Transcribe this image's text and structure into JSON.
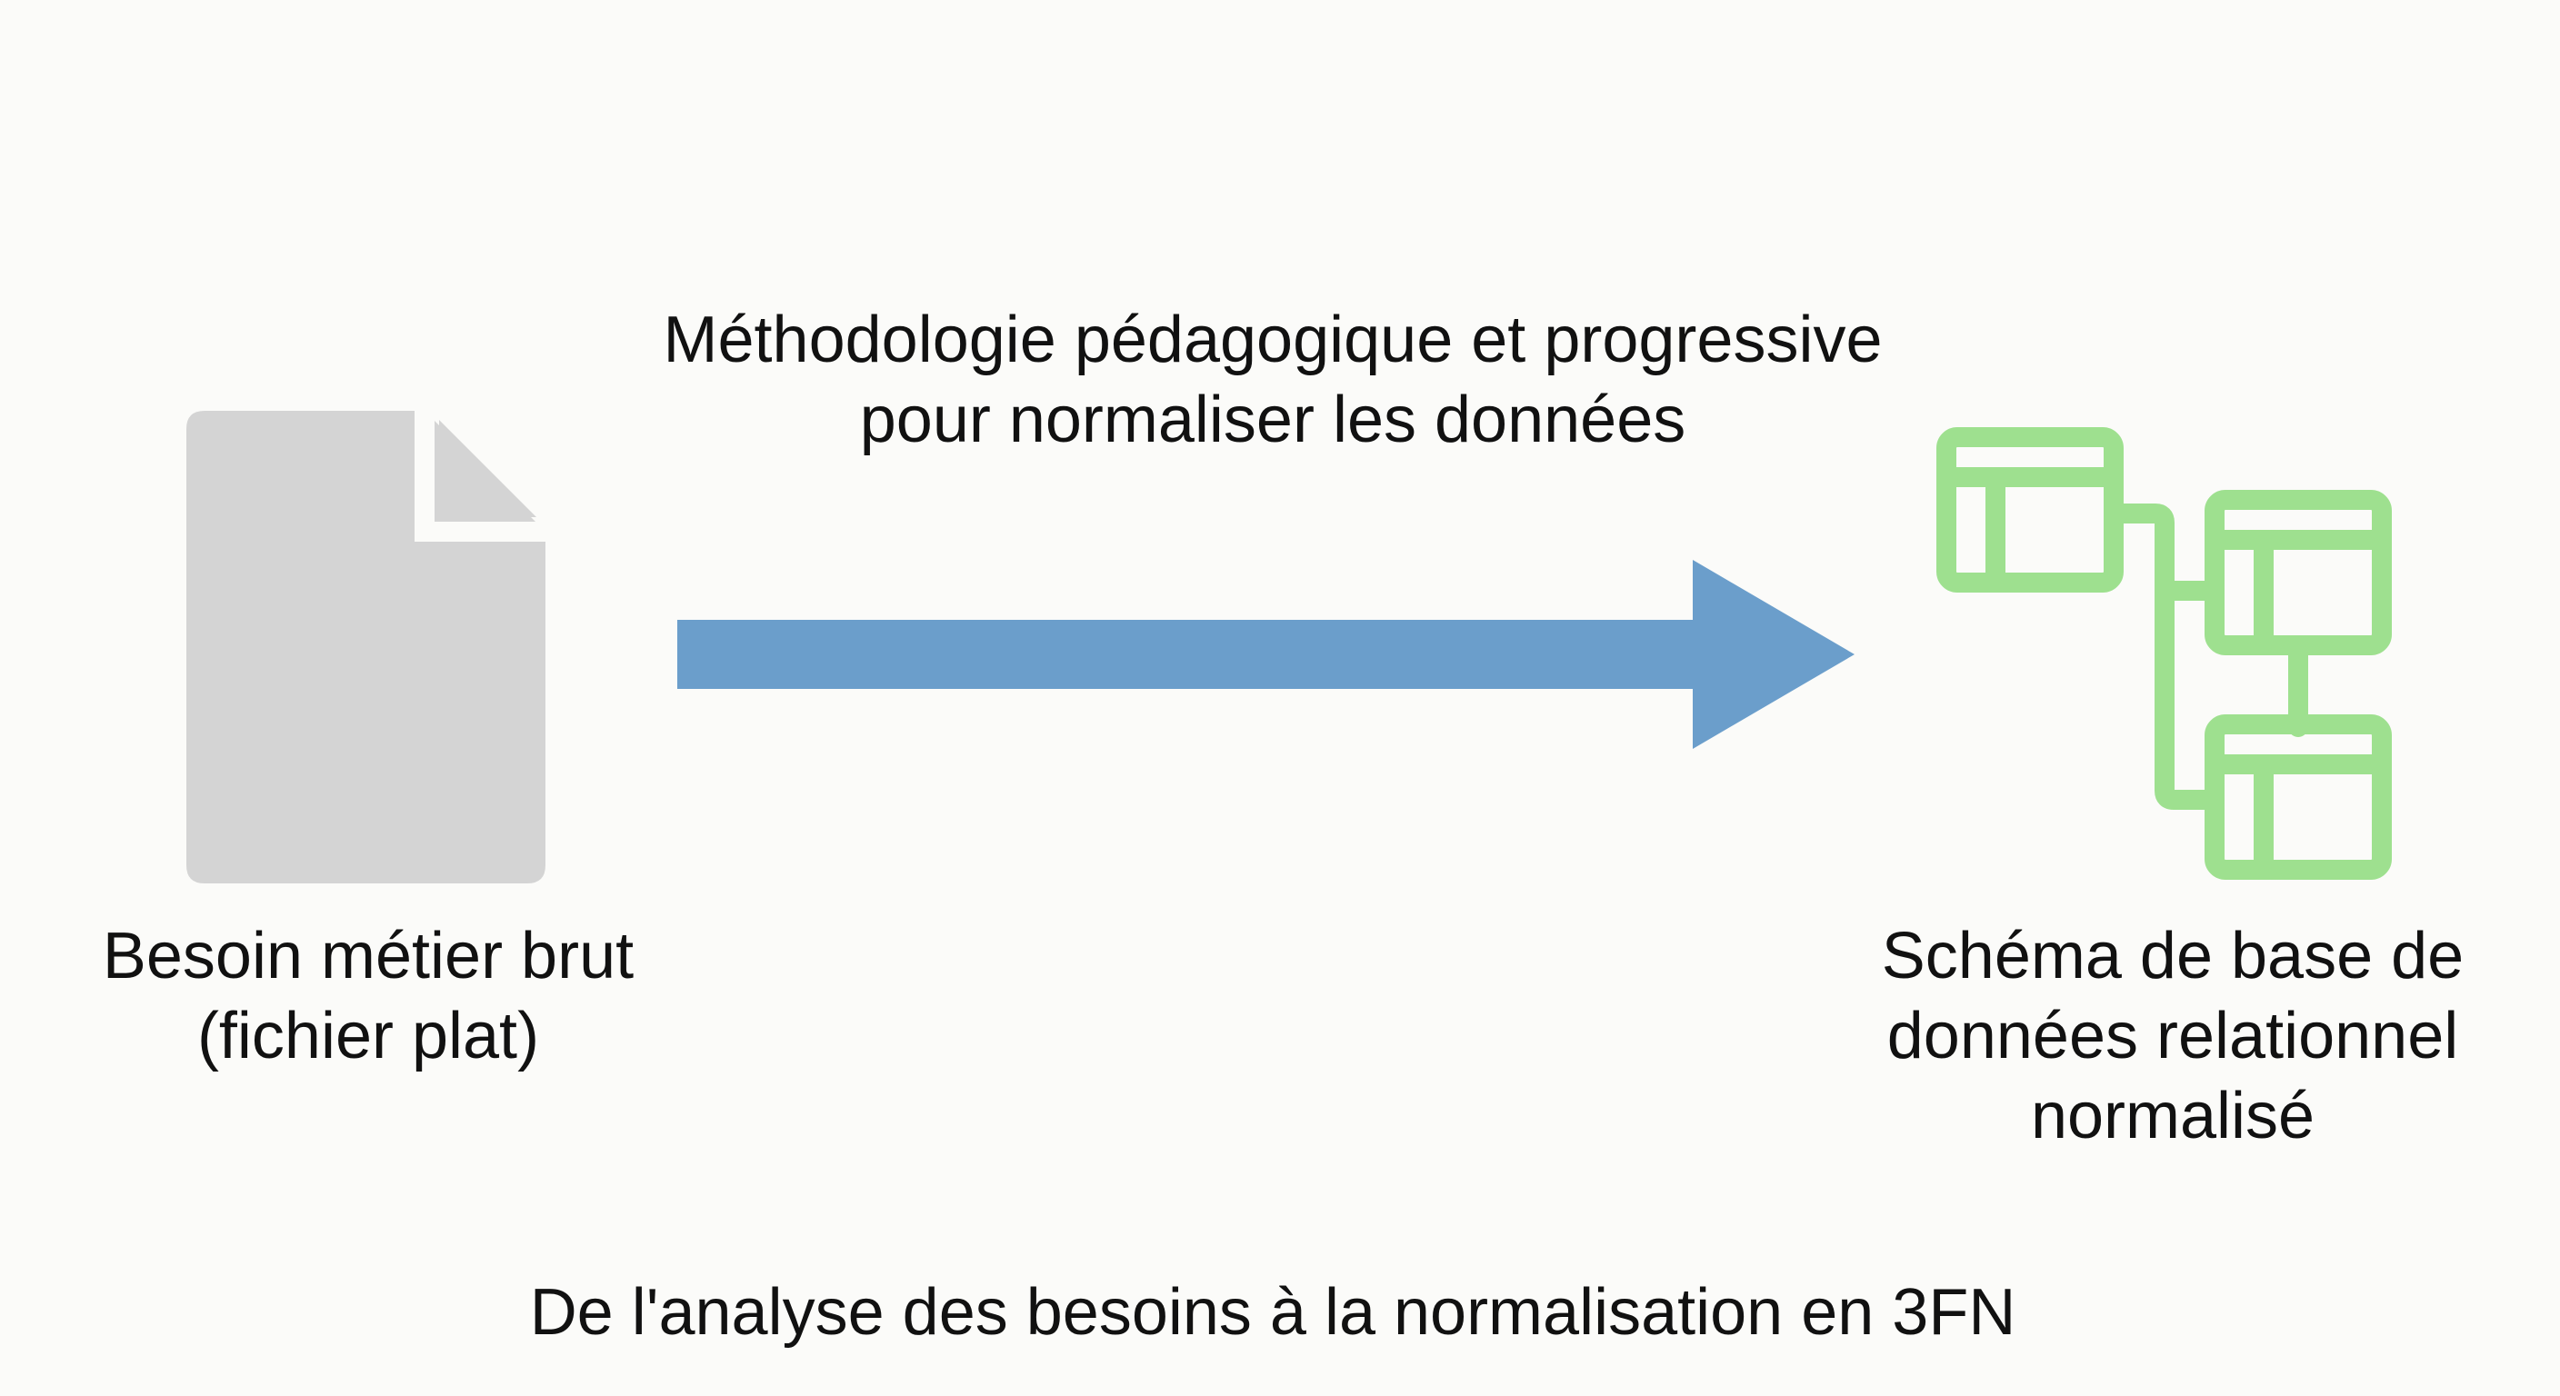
{
  "diagram": {
    "arrow_caption": {
      "line1": "Méthodologie pédagogique et progressive",
      "line2": "pour normaliser les données"
    },
    "source": {
      "icon": "document-icon",
      "label_line1": "Besoin métier brut",
      "label_line2": "(fichier plat)"
    },
    "target": {
      "icon": "relational-schema-icon",
      "label_line1": "Schéma de base de",
      "label_line2": "données relationnel",
      "label_line3": "normalisé"
    },
    "footer": "De l'analyse des besoins à la normalisation en 3FN",
    "colors": {
      "document": "#d4d4d4",
      "arrow": "#6b9ecb",
      "schema": "#9ee08f",
      "background": "#fbfbf9",
      "text": "#111111"
    }
  }
}
